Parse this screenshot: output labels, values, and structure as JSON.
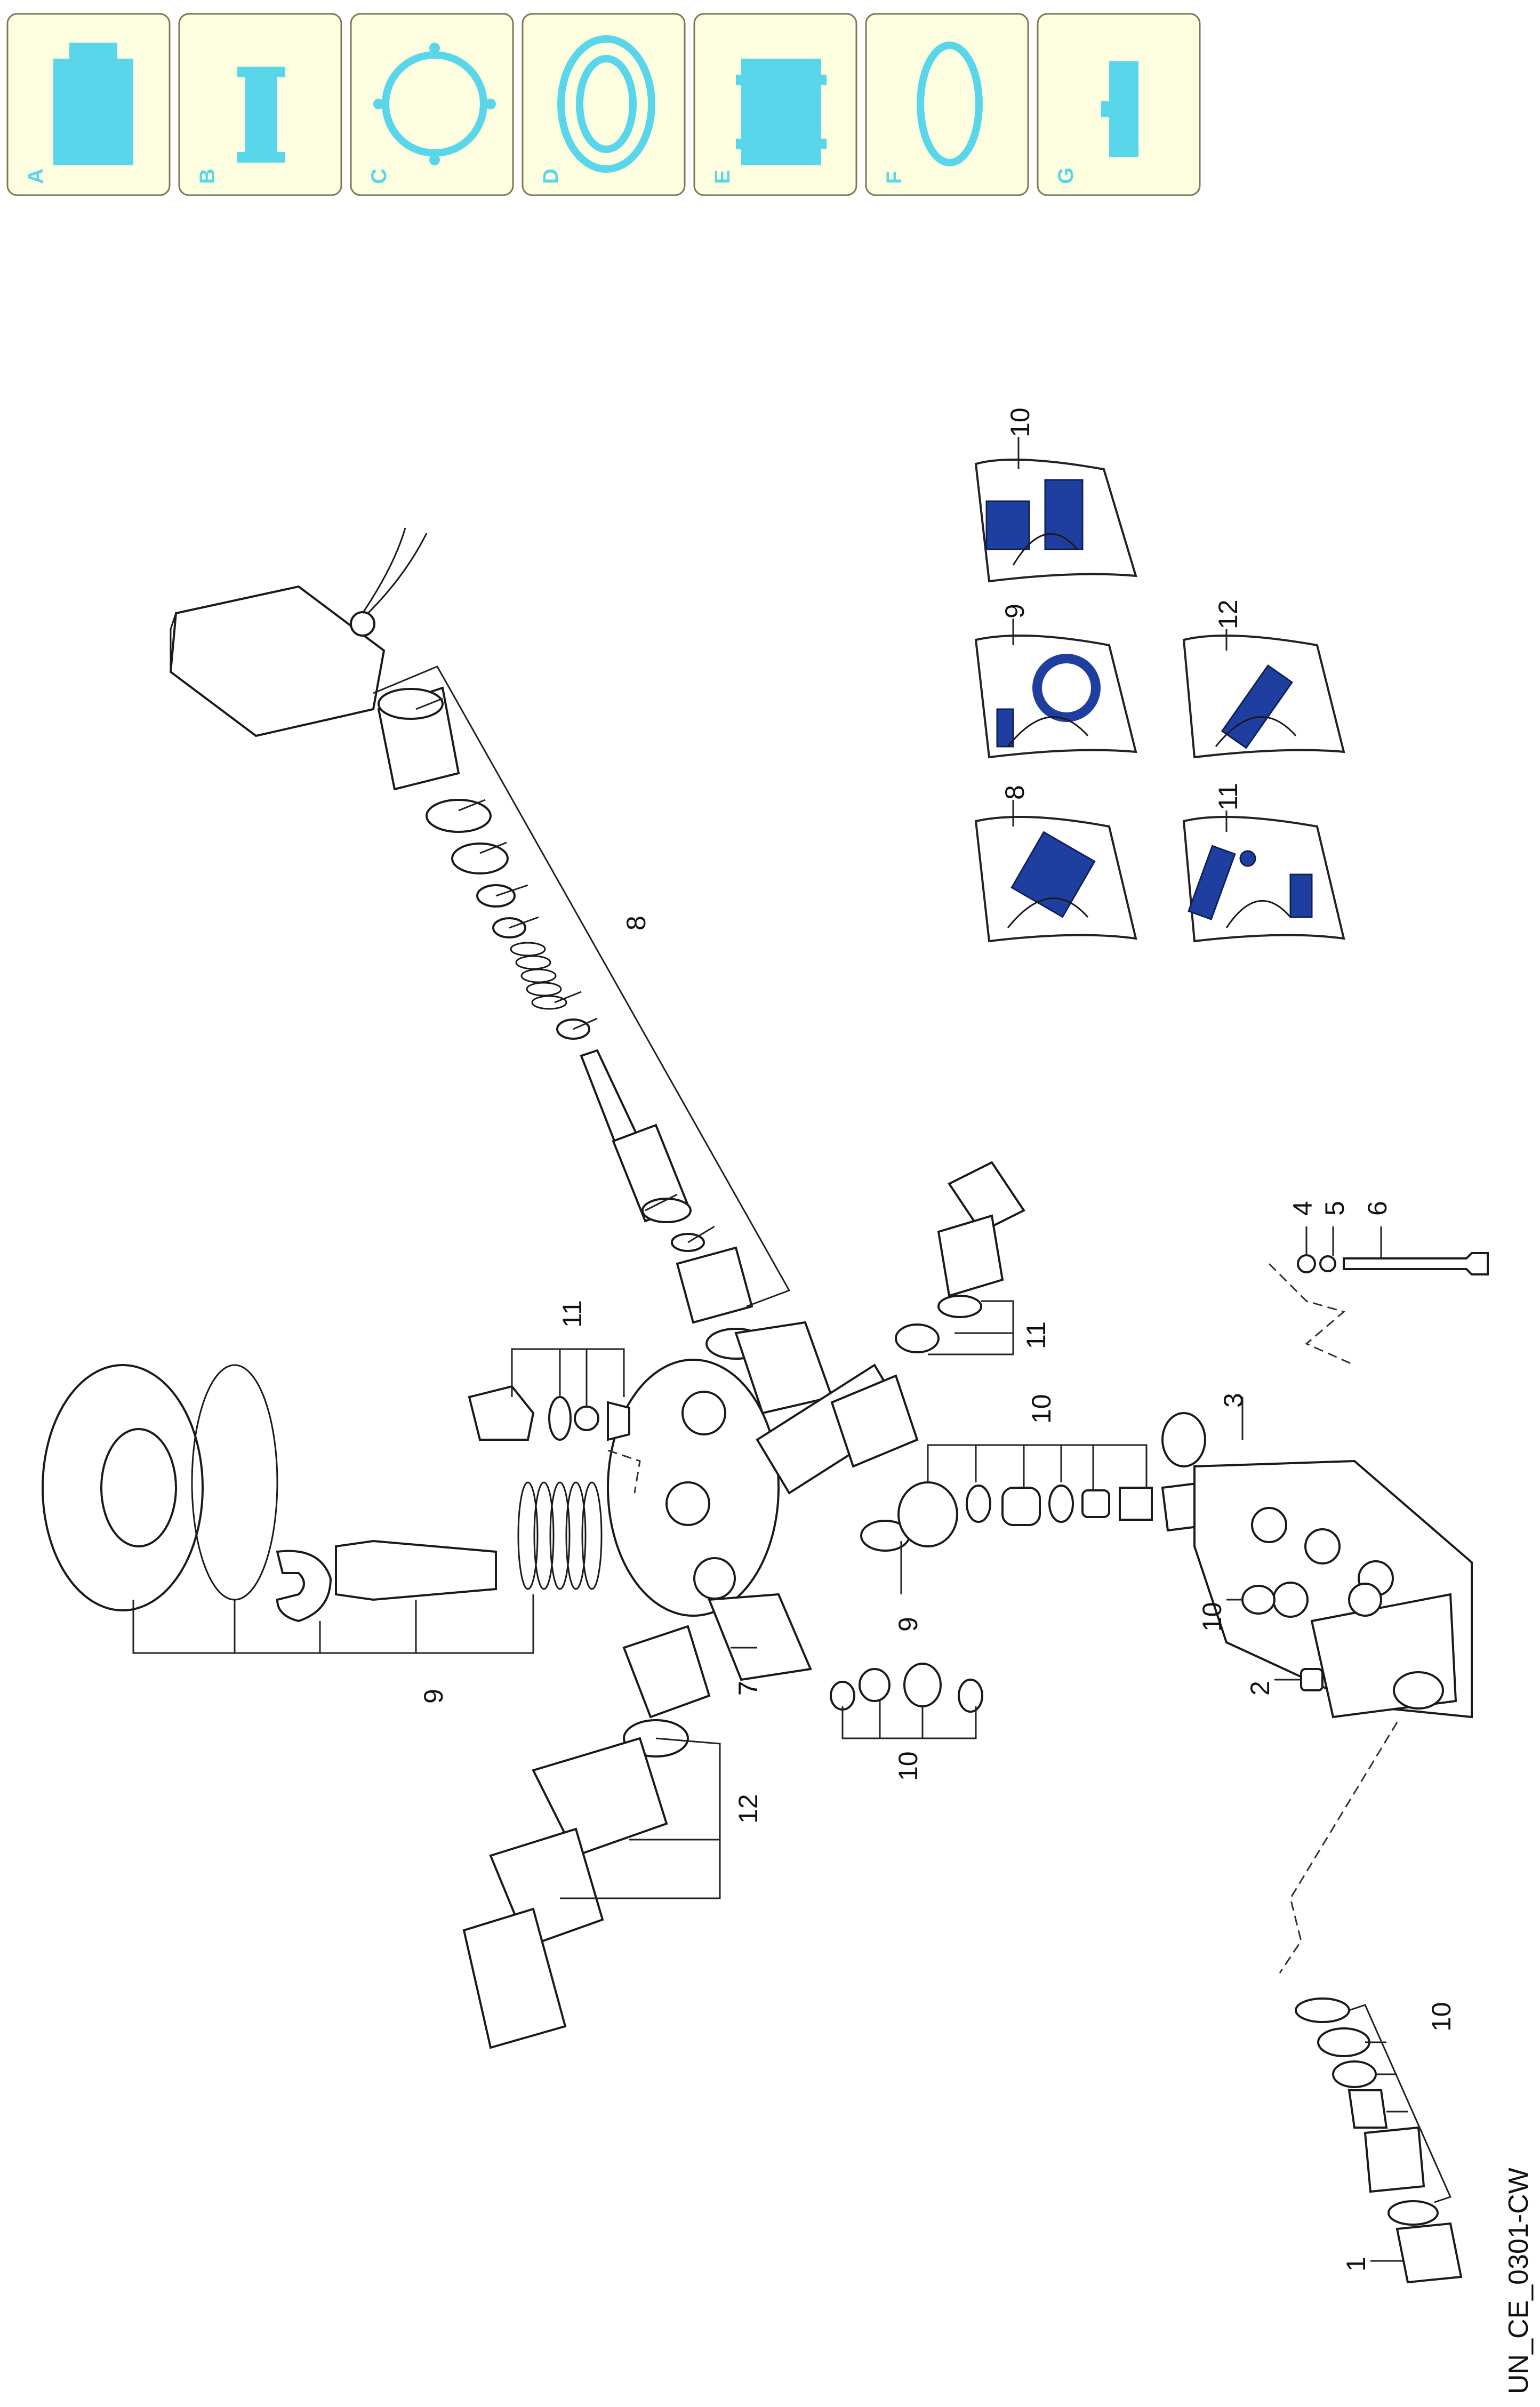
{
  "tabs": [
    {
      "letter": "A",
      "icon": "piston-assembly-icon"
    },
    {
      "letter": "B",
      "icon": "plunger-icon"
    },
    {
      "letter": "C",
      "icon": "flange-ring-icon"
    },
    {
      "letter": "D",
      "icon": "oil-seal-icon"
    },
    {
      "letter": "E",
      "icon": "valve-cartridge-icon"
    },
    {
      "letter": "F",
      "icon": "o-ring-icon"
    },
    {
      "letter": "G",
      "icon": "shaft-key-icon"
    }
  ],
  "labels": {
    "l1": "1",
    "l2": "2",
    "l3": "3",
    "l4": "4",
    "l5": "5",
    "l6": "6",
    "l7": "7",
    "l8": "8",
    "l9": "9",
    "l9b": "9",
    "l10a": "10",
    "l10b": "10",
    "l10c": "10",
    "l10d": "10",
    "l11a": "11",
    "l11b": "11",
    "l12": "12"
  },
  "kits": [
    {
      "number": "8"
    },
    {
      "number": "9"
    },
    {
      "number": "10"
    },
    {
      "number": "11"
    },
    {
      "number": "12"
    }
  ],
  "drawing_ref": "UN_CE_0301-CW",
  "colors": {
    "tab_bg": "#fdfde0",
    "tab_icon": "#59d6ea",
    "kit_fill": "#1f3fa0"
  }
}
